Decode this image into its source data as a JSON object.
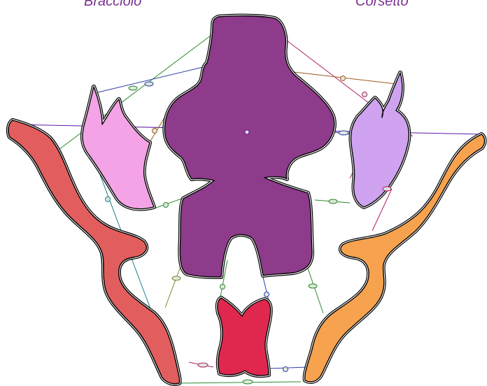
{
  "labels": {
    "left": "Bracciolo",
    "right": "Corsetto"
  },
  "pieces": {
    "body": {
      "color": "#8e3b8b"
    },
    "left_small": {
      "color": "#f4a3e6"
    },
    "right_small": {
      "color": "#cfa3f0"
    },
    "left_strip": {
      "color": "#e25e5e"
    },
    "right_strip": {
      "color": "#f7a24e"
    },
    "bottom_piece": {
      "color": "#e0284f"
    }
  },
  "connectors": [
    {
      "id": "c1",
      "color": "#2a8a2a"
    },
    {
      "id": "c2",
      "color": "#2f3fa8"
    },
    {
      "id": "c3",
      "color": "#b0206b"
    },
    {
      "id": "c4",
      "color": "#a05a1e"
    },
    {
      "id": "c5",
      "color": "#5b1aa8"
    },
    {
      "id": "c6",
      "color": "#1c7f8c"
    },
    {
      "id": "c7",
      "color": "#2a8a2a"
    },
    {
      "id": "c8",
      "color": "#a05a1e"
    },
    {
      "id": "c9",
      "color": "#2f3fa8"
    },
    {
      "id": "c10",
      "color": "#b0206b"
    },
    {
      "id": "c11",
      "color": "#2a8a2a"
    },
    {
      "id": "c12",
      "color": "#7a8a2a"
    },
    {
      "id": "c13",
      "color": "#2a8a2a"
    },
    {
      "id": "c14",
      "color": "#2f3fa8"
    },
    {
      "id": "c15",
      "color": "#b0206b"
    },
    {
      "id": "c16",
      "color": "#2a8a2a"
    }
  ]
}
